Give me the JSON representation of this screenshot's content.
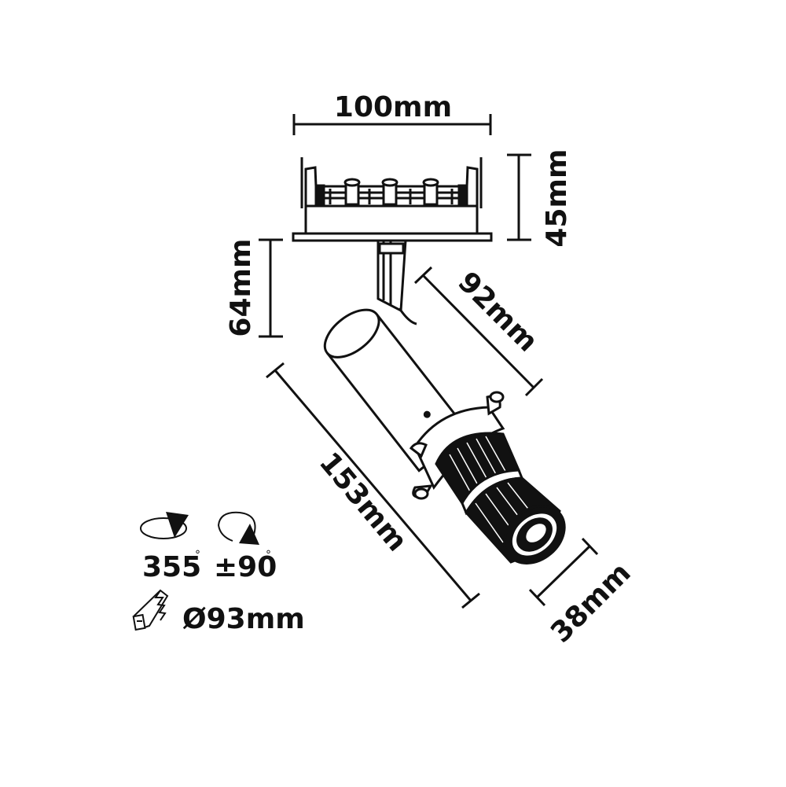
{
  "colors": {
    "line": "#111111",
    "fill_dark": "#111111",
    "background": "#ffffff"
  },
  "dimensions": {
    "width": "100mm",
    "height_mount": "45mm",
    "height_arm": "64mm",
    "body_length": "92mm",
    "total_length": "153mm",
    "lens_diameter": "38mm"
  },
  "rotation": {
    "horizontal_value": "355",
    "horizontal_unit": "°",
    "vertical_value": "±90",
    "vertical_unit": "°"
  },
  "cutout": {
    "label": "Ø93mm"
  },
  "icons": {
    "horizontal_rotation": "horizontal-rotation-icon",
    "vertical_rotation": "vertical-rotation-icon",
    "saw": "saw-icon"
  }
}
